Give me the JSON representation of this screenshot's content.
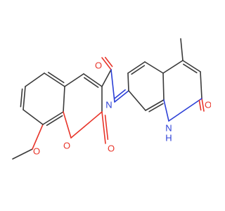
{
  "molecule": {
    "atoms": {
      "o_methoxy": {
        "symbol": "O",
        "color": "#e8352a"
      },
      "o_ring": {
        "symbol": "O",
        "color": "#e8352a"
      },
      "o_lactone": {
        "symbol": "O",
        "color": "#e8352a"
      },
      "o_amide": {
        "symbol": "O",
        "color": "#e8352a"
      },
      "n_imine": {
        "symbol": "N",
        "color": "#2b3fd6"
      },
      "nh": {
        "symbol": "N",
        "color": "#2b3fd6",
        "h_label": "H"
      },
      "o_quinolone": {
        "symbol": "O",
        "color": "#e8352a"
      }
    },
    "bond_color": "#3a3a3a"
  }
}
